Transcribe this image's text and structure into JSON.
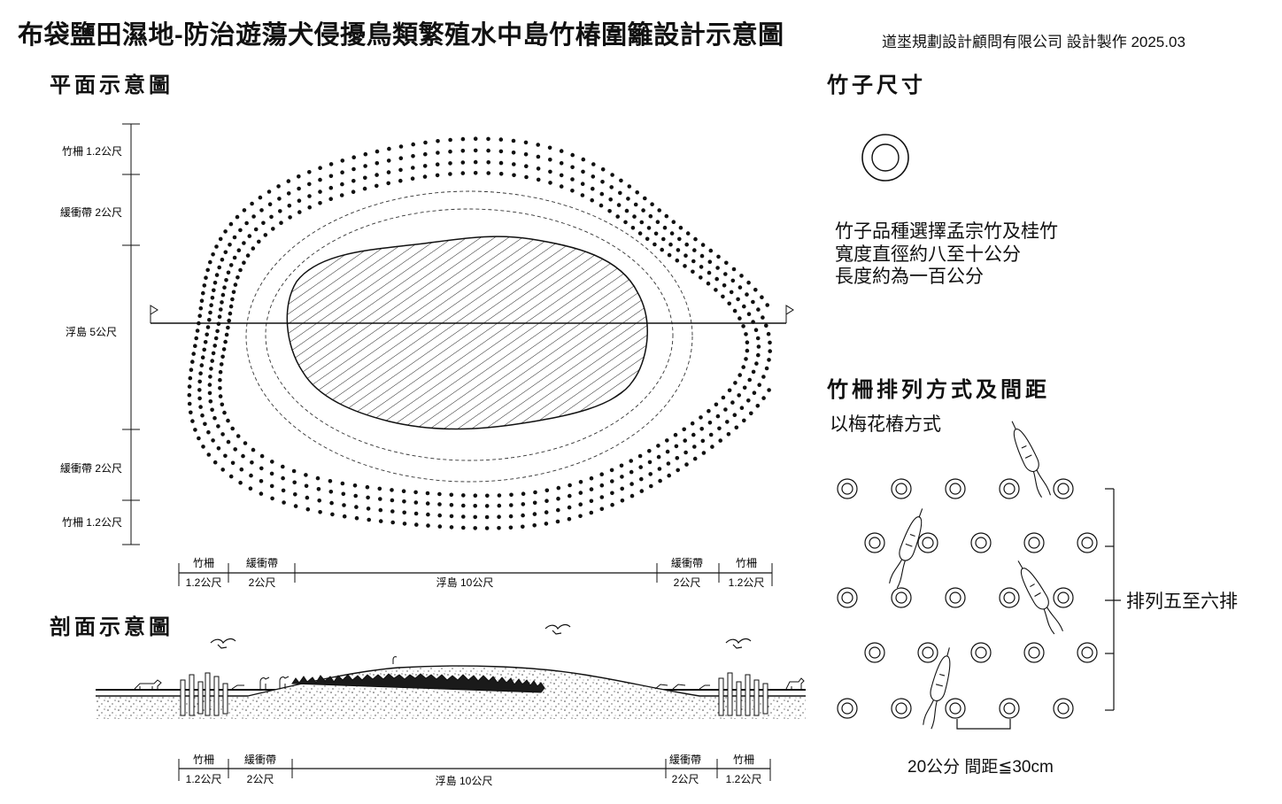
{
  "header": {
    "title": "布袋鹽田濕地-防治遊蕩犬侵擾鳥類繁殖水中島竹椿圍籬設計示意圖",
    "credit": "道埊規劃設計顧問有限公司  設計製作 2025.03"
  },
  "plan": {
    "heading": "平面示意圖",
    "vertical_dims": [
      "竹柵 1.2公尺",
      "緩衝帶 2公尺",
      "浮島 5公尺",
      "緩衝帶 2公尺",
      "竹柵 1.2公尺"
    ],
    "horizontal_dims": [
      {
        "name": "竹柵",
        "value": "1.2公尺"
      },
      {
        "name": "緩衝帶",
        "value": "2公尺"
      },
      {
        "name": "",
        "value": "浮島 10公尺"
      },
      {
        "name": "緩衝帶",
        "value": "2公尺"
      },
      {
        "name": "竹柵",
        "value": "1.2公尺"
      }
    ]
  },
  "section": {
    "heading": "剖面示意圖",
    "horizontal_dims": [
      {
        "name": "竹柵",
        "value": "1.2公尺"
      },
      {
        "name": "緩衝帶",
        "value": "2公尺"
      },
      {
        "name": "",
        "value": "浮島 10公尺"
      },
      {
        "name": "緩衝帶",
        "value": "2公尺"
      },
      {
        "name": "竹柵",
        "value": "1.2公尺"
      }
    ]
  },
  "bamboo_size": {
    "heading": "竹子尺寸",
    "lines": [
      "竹子品種選擇孟宗竹及桂竹",
      "寬度直徑約八至十公分",
      "長度約為一百公分"
    ]
  },
  "arrangement": {
    "heading": "竹柵排列方式及間距",
    "subtitle": "以梅花樁方式",
    "rows_label": "排列五至六排",
    "spacing_label": "20公分    間距≦30cm"
  }
}
